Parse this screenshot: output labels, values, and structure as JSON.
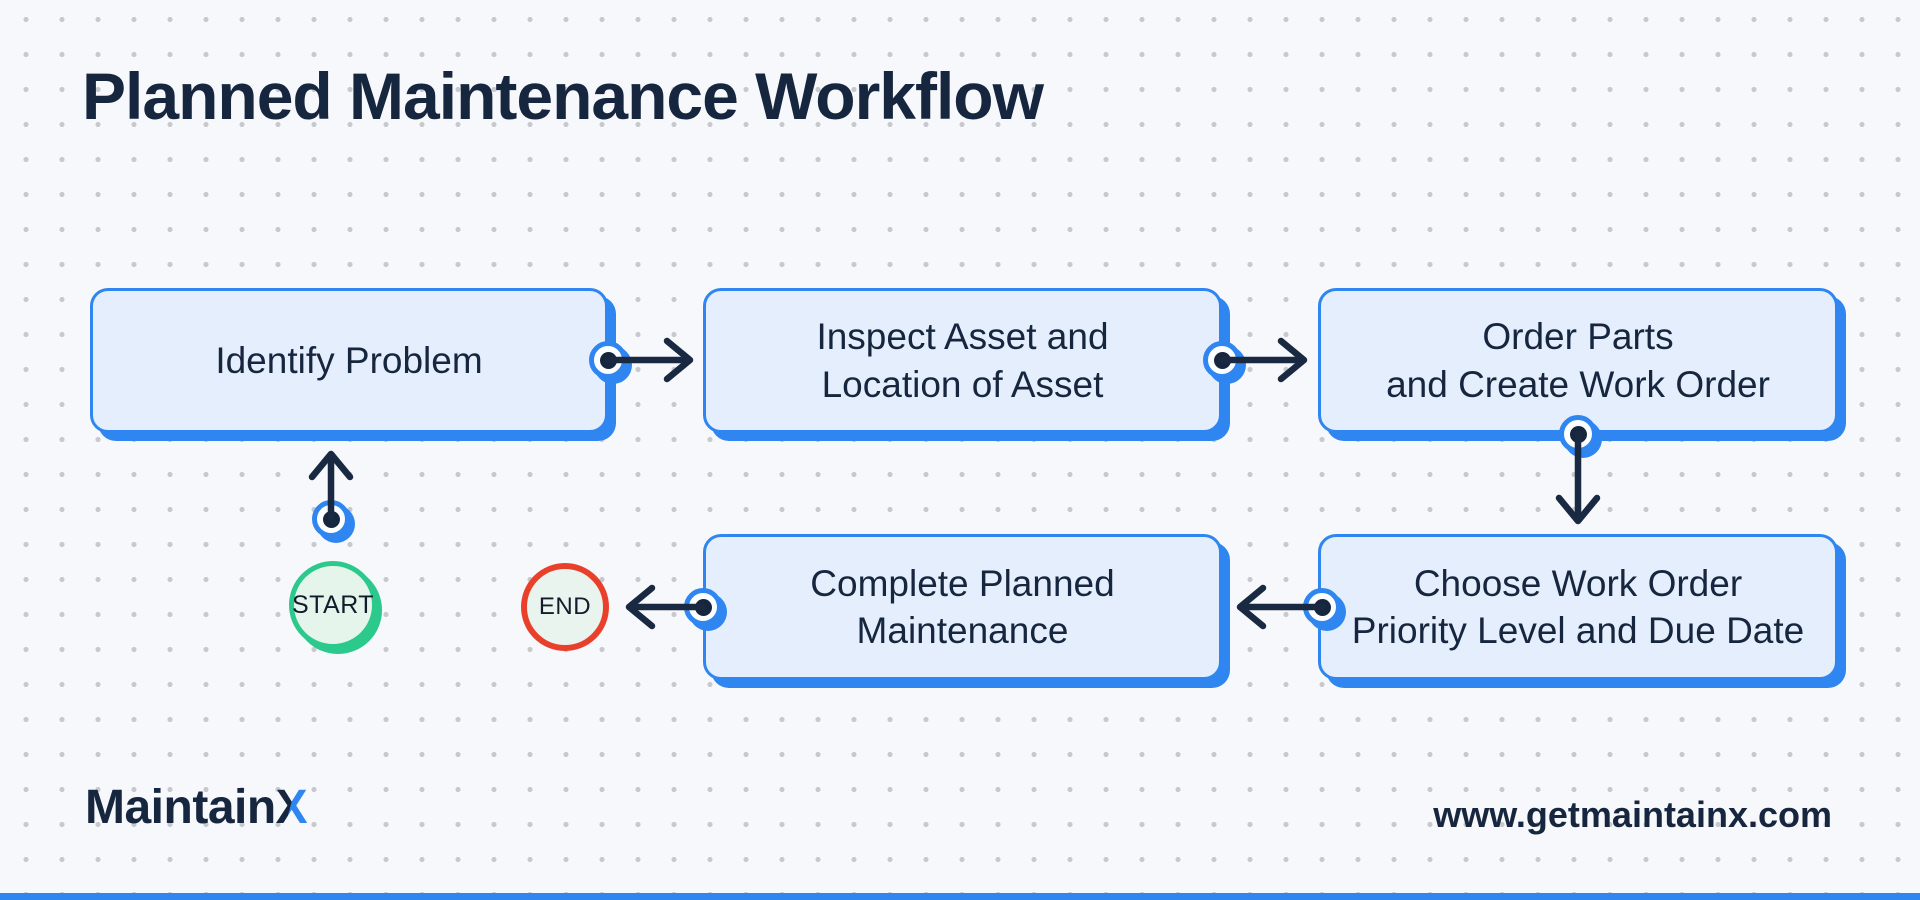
{
  "title": "Planned Maintenance Workflow",
  "boxes": [
    {
      "id": "identify-problem",
      "label": "Identify Problem"
    },
    {
      "id": "inspect-asset",
      "label": "Inspect Asset and\nLocation of Asset"
    },
    {
      "id": "order-parts",
      "label": "Order Parts\nand Create Work Order"
    },
    {
      "id": "choose-priority",
      "label": "Choose Work Order\nPriority Level and Due Date"
    },
    {
      "id": "complete-maintenance",
      "label": "Complete Planned\nMaintenance"
    }
  ],
  "terminals": {
    "start": "START",
    "end": "END"
  },
  "footer": {
    "brand_prefix": "Maintain",
    "brand_suffix": "X",
    "website": "www.getmaintainx.com"
  },
  "colors": {
    "accent_blue": "#2f86f0",
    "box_fill": "#e4eefc",
    "navy_text": "#16263e",
    "arrow": "#182941",
    "start_green": "#2bc98c",
    "start_fill": "#e6f5ec",
    "end_red": "#e8402a",
    "end_fill": "#eaf4ee",
    "background": "#f7f8fb",
    "dot_grid": "#c7c9ce"
  }
}
